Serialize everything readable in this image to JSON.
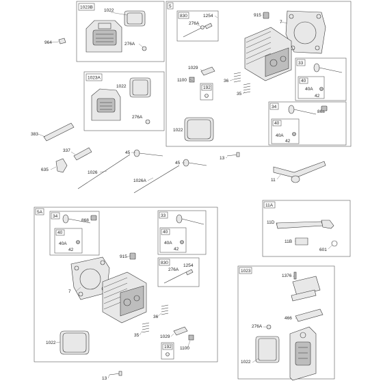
{
  "groups": {
    "g1023B": "1023B",
    "g5": "5",
    "g1023A": "1023A",
    "g5A": "5A",
    "g11A": "11A",
    "g1023": "1023",
    "g830": "830",
    "g33": "33",
    "g34": "34",
    "g40": "40",
    "g192": "192"
  },
  "labels": {
    "p1022": "1022",
    "p276A": "276A",
    "p964": "964",
    "p915": "915",
    "p7": "7",
    "p1254": "1254",
    "p1029": "1029",
    "p1100": "1100",
    "p36": "36",
    "p35": "35",
    "p40A": "40A",
    "p42": "42",
    "p868": "868",
    "p383": "383",
    "p337": "337",
    "p635": "635",
    "p45": "45",
    "p1026": "1026",
    "p1026A": "1026A",
    "p13": "13",
    "p11": "11",
    "p11D": "11D",
    "p11B": "11B",
    "p601": "601",
    "p1376": "1376",
    "p466": "466"
  },
  "colors": {
    "outline": "#555555",
    "part_fill": "#e8e8e8",
    "part_dark": "#bdbdbd",
    "text": "#222222"
  }
}
